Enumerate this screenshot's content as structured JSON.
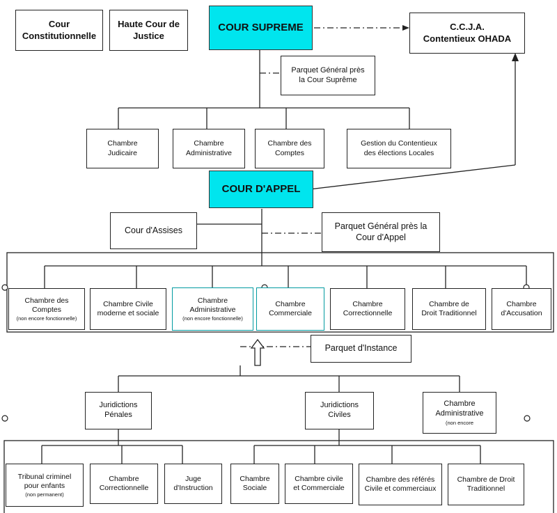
{
  "top": {
    "cour_constitutionnelle": [
      "Cour",
      "Constitutionnelle"
    ],
    "haute_cour": [
      "Haute Cour de",
      "Justice"
    ],
    "cour_supreme": "COUR SUPREME",
    "ccja": [
      "C.C.J.A.",
      "Contentieux OHADA"
    ],
    "parquet_general_supreme": [
      "Parquet Général près",
      "la Cour Suprême"
    ]
  },
  "supreme_chambers": [
    [
      "Chambre",
      "Judicaire"
    ],
    [
      "Chambre",
      "Administrative"
    ],
    [
      "Chambre des",
      "Comptes"
    ],
    [
      "Gestion du Contentieux",
      "des élections Locales"
    ]
  ],
  "appel": {
    "cour_appel": "COUR D'APPEL",
    "cour_assises": "Cour d'Assises",
    "parquet_general_appel": [
      "Parquet Général près la",
      "Cour d'Appel"
    ]
  },
  "appel_chambers": {
    "comptes": {
      "lines": [
        "Chambre des",
        "Comptes"
      ],
      "note": "(non encore fonctionnelle)"
    },
    "civile": {
      "lines": [
        "Chambre Civile",
        "moderne et sociale"
      ]
    },
    "administrative": {
      "lines": [
        "Chambre",
        "Administrative"
      ],
      "note": "(non encore fonctionnelle)"
    },
    "commerciale": {
      "lines": [
        "Chambre",
        "Commerciale"
      ]
    },
    "correctionnelle": {
      "lines": [
        "Chambre",
        "Correctionnelle"
      ]
    },
    "droit_traditionnel": {
      "lines": [
        "Chambre de",
        "Droit Traditionnel"
      ]
    },
    "accusation": {
      "lines": [
        "Chambre",
        "d'Accusation"
      ]
    }
  },
  "instance": {
    "parquet_instance": "Parquet d'Instance",
    "juridictions_penales": [
      "Juridictions",
      "Pénales"
    ],
    "juridictions_civiles": [
      "Juridictions",
      "Civiles"
    ],
    "chambre_admin": {
      "lines": [
        "Chambre",
        "Administrative"
      ],
      "note": "(non encore"
    }
  },
  "bottom": {
    "tribunal": {
      "lines": [
        "Tribunal criminel",
        "pour enfants"
      ],
      "note": "(non permanent)"
    },
    "correctionnelle": [
      "Chambre",
      "Correctionnelle"
    ],
    "juge": [
      "Juge",
      "d'Instruction"
    ],
    "sociale": [
      "Chambre",
      "Sociale"
    ],
    "civile_commerciale": [
      "Chambre civile",
      "et Commerciale"
    ],
    "referes": [
      "Chambre des référés",
      "Civile et commerciaux"
    ],
    "droit_traditionnel": [
      "Chambre de Droit",
      "Traditionnel"
    ]
  }
}
